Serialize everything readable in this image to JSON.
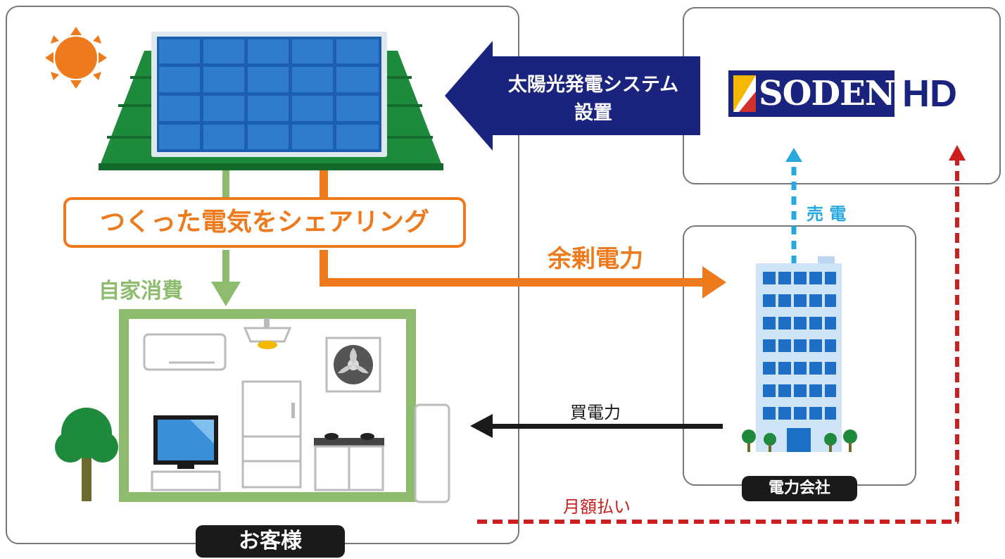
{
  "customer_box": {
    "badge": "お客様"
  },
  "company_box": {
    "logo_text": "SODEN",
    "logo_suffix": "HD"
  },
  "utility_box": {
    "badge": "電力会社"
  },
  "install_arrow": {
    "line1": "太陽光発電システム",
    "line2": "設置"
  },
  "sharing_banner": {
    "label": "つくった電気をシェアリング"
  },
  "self_consumption": {
    "label": "自家消費"
  },
  "surplus": {
    "label": "余剰電力"
  },
  "sell_power": {
    "label": "売 電"
  },
  "buy_power": {
    "label": "買電力"
  },
  "monthly_payment": {
    "label": "月額払い"
  },
  "colors": {
    "orange": "#ee7a1e",
    "green_dark": "#1e8a3c",
    "green_light": "#8ebc6e",
    "navy": "#1a237e",
    "cyan": "#29a8e0",
    "red": "#cc1f1f",
    "panel_blue": "#1c5fb0"
  }
}
